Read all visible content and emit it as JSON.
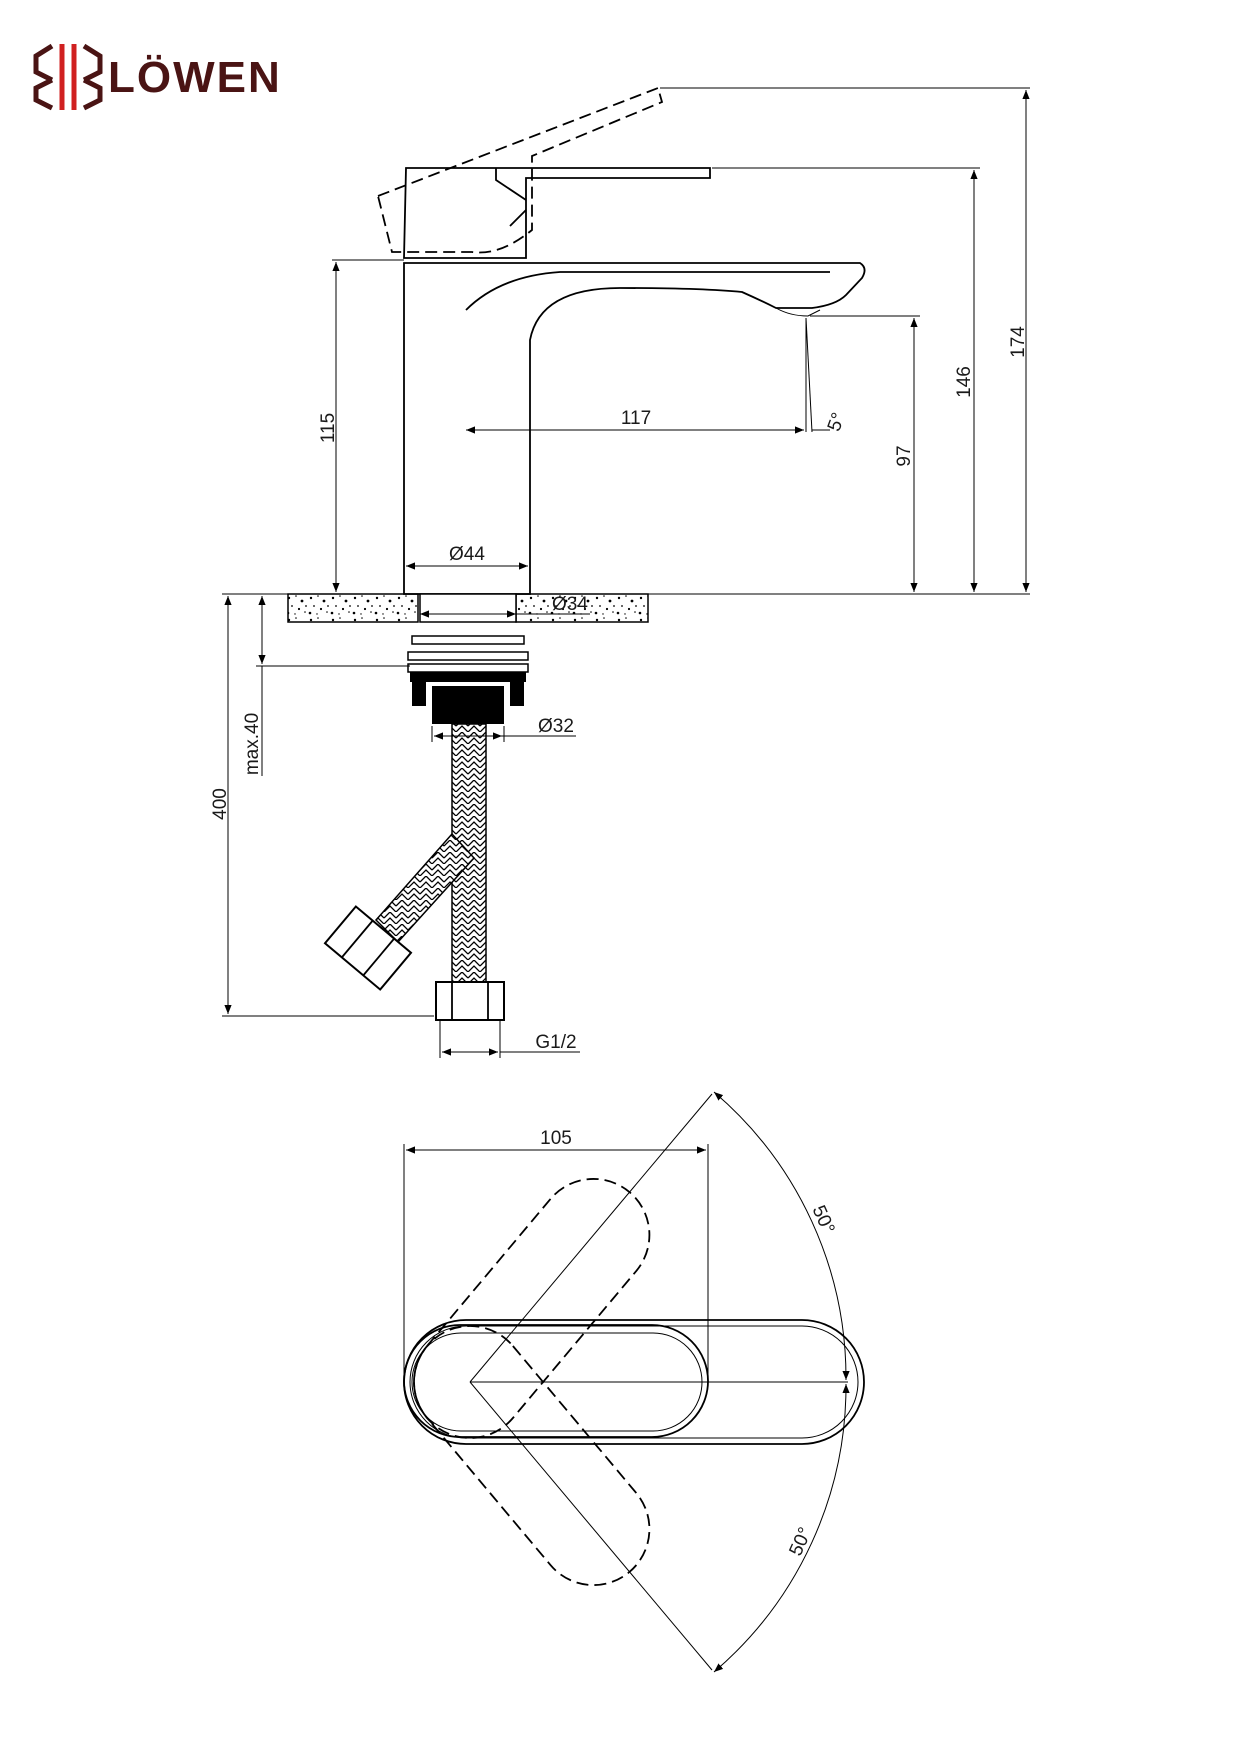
{
  "brand": {
    "name": "LÖWEN",
    "colors": {
      "dark": "#4a1414",
      "accent": "#d02020"
    }
  },
  "side_view": {
    "dims": {
      "lever_height": "174",
      "body_height": "146",
      "base_height": "115",
      "spout_reach": "117",
      "spout_angle": "5°",
      "spout_height": "97",
      "body_diameter": "Ø44",
      "hole_diameter": "Ø34",
      "shank_diameter": "Ø32",
      "max_thickness": "max.40",
      "hose_length": "400",
      "connection": "G1/2"
    }
  },
  "top_view": {
    "dims": {
      "width": "105",
      "angle_upper": "50°",
      "angle_lower": "50°"
    }
  }
}
